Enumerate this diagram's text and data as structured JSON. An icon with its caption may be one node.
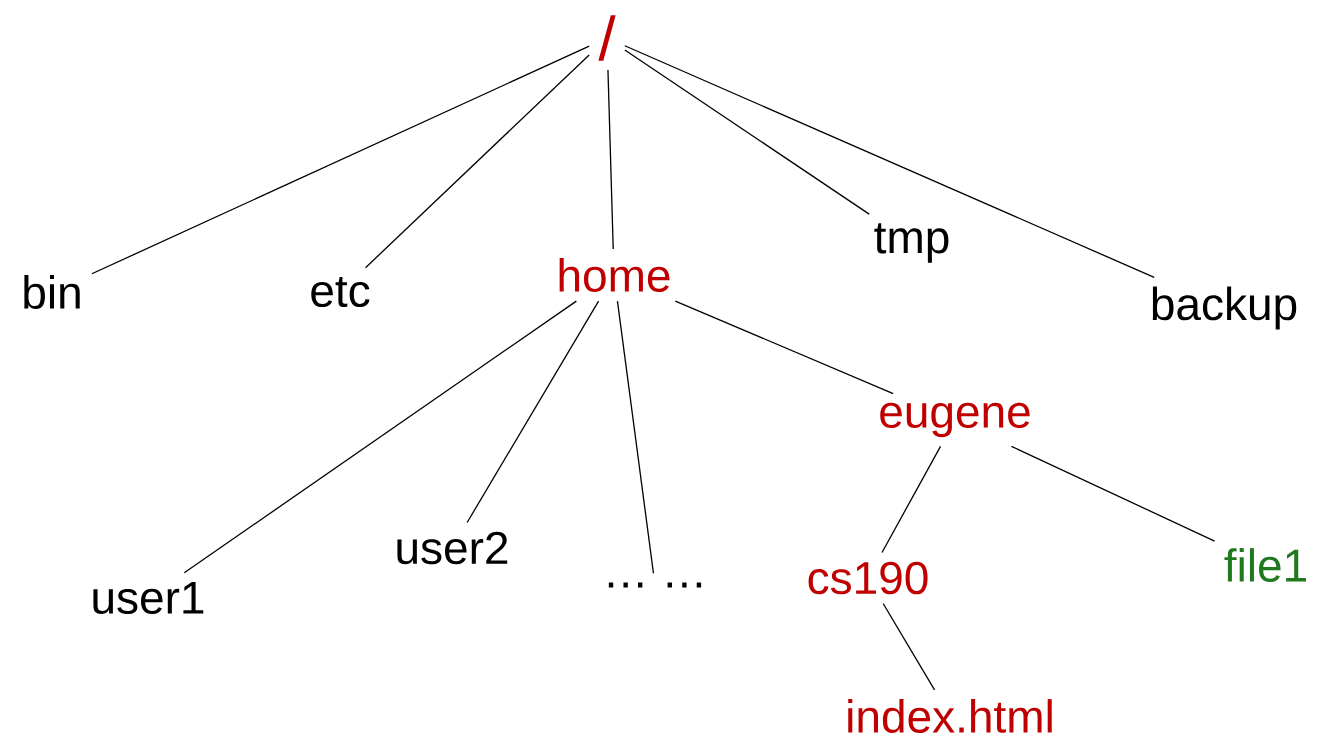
{
  "diagram": {
    "nodes": [
      {
        "text": [
          "/"
        ]
      },
      {
        "text": [
          "bin"
        ]
      },
      {
        "text": [
          "etc"
        ]
      },
      {
        "text": [
          "home"
        ]
      },
      {
        "text": [
          "tmp"
        ]
      },
      {
        "text": [
          "backup"
        ]
      },
      {
        "text": [
          "user1"
        ]
      },
      {
        "text": [
          "user2"
        ]
      },
      {
        "text": [
          "… …"
        ]
      },
      {
        "text": [
          "eugene"
        ]
      },
      {
        "text": [
          "cs190"
        ]
      },
      {
        "text": [
          "file1"
        ]
      },
      {
        "text": [
          "index.html"
        ]
      }
    ],
    "edges": [
      {
        "from": 0,
        "to": 1,
        "arrow": "none"
      },
      {
        "from": 0,
        "to": 2,
        "arrow": "none"
      },
      {
        "from": 0,
        "to": 3,
        "arrow": "none"
      },
      {
        "from": 0,
        "to": 4,
        "arrow": "none"
      },
      {
        "from": 0,
        "to": 5,
        "arrow": "none"
      },
      {
        "from": 3,
        "to": 6,
        "arrow": "none"
      },
      {
        "from": 3,
        "to": 7,
        "arrow": "none"
      },
      {
        "from": 3,
        "to": 8,
        "arrow": "none"
      },
      {
        "from": 3,
        "to": 9,
        "arrow": "none"
      },
      {
        "from": 9,
        "to": 10,
        "arrow": "none"
      },
      {
        "from": 9,
        "to": 11,
        "arrow": "none"
      },
      {
        "from": 10,
        "to": 12,
        "arrow": "none"
      }
    ]
  }
}
